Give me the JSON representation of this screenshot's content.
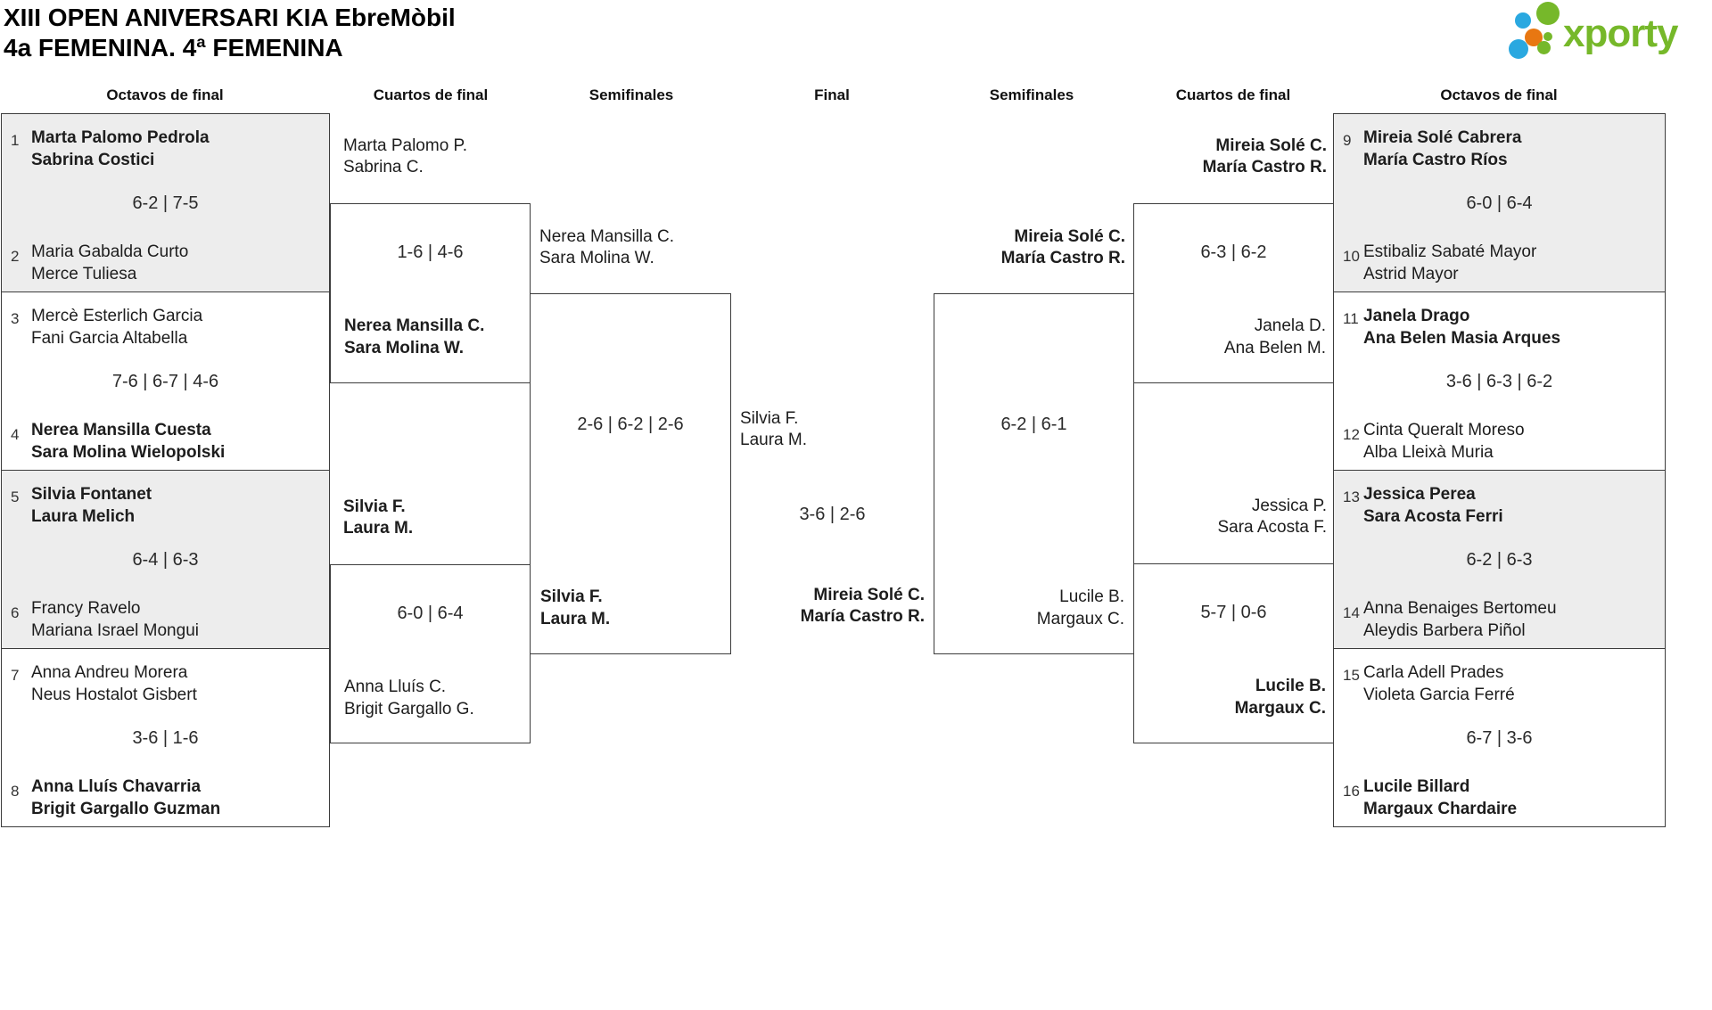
{
  "header": {
    "title_line1": "XIII OPEN ANIVERSARI KIA EbreMòbil",
    "title_line2": "4a FEMENINA. 4ª FEMENINA",
    "logo_text": "xporty"
  },
  "colors": {
    "brand_green": "#76b82a",
    "brand_blue": "#2aa8e0",
    "brand_orange": "#e87711",
    "box_gray": "#ededed",
    "line": "#3c3c3c"
  },
  "round_labels": [
    "Octavos de final",
    "Cuartos de final",
    "Semifinales",
    "Final",
    "Semifinales",
    "Cuartos de final",
    "Octavos de final"
  ],
  "octavos_left": [
    {
      "seed_top": "1",
      "team_top": "Marta Palomo Pedrola\nSabrina Costici",
      "top_winner": true,
      "score": "6-2 | 7-5",
      "seed_bottom": "2",
      "team_bottom": "Maria Gabalda Curto\nMerce Tuliesa",
      "bottom_winner": false
    },
    {
      "seed_top": "3",
      "team_top": "Mercè Esterlich Garcia\nFani Garcia Altabella",
      "top_winner": false,
      "score": "7-6 | 6-7 | 4-6",
      "seed_bottom": "4",
      "team_bottom": "Nerea Mansilla Cuesta\nSara Molina Wielopolski",
      "bottom_winner": true
    },
    {
      "seed_top": "5",
      "team_top": "Silvia Fontanet\nLaura Melich",
      "top_winner": true,
      "score": "6-4 | 6-3",
      "seed_bottom": "6",
      "team_bottom": "Francy Ravelo\nMariana Israel Mongui",
      "bottom_winner": false
    },
    {
      "seed_top": "7",
      "team_top": "Anna Andreu Morera\nNeus Hostalot Gisbert",
      "top_winner": false,
      "score": "3-6 | 1-6",
      "seed_bottom": "8",
      "team_bottom": "Anna Lluís Chavarria\nBrigit Gargallo Guzman",
      "bottom_winner": true
    }
  ],
  "octavos_right": [
    {
      "seed_top": "9",
      "team_top": "Mireia Solé Cabrera\nMaría Castro Ríos",
      "top_winner": true,
      "score": "6-0 | 6-4",
      "seed_bottom": "10",
      "team_bottom": "Estibaliz Sabaté Mayor\nAstrid Mayor",
      "bottom_winner": false
    },
    {
      "seed_top": "11",
      "team_top": "Janela Drago\nAna Belen Masia Arques",
      "top_winner": true,
      "score": "3-6 | 6-3 | 6-2",
      "seed_bottom": "12",
      "team_bottom": "Cinta Queralt Moreso\nAlba Lleixà Muria",
      "bottom_winner": false
    },
    {
      "seed_top": "13",
      "team_top": "Jessica Perea\nSara Acosta Ferri",
      "top_winner": true,
      "score": "6-2 | 6-3",
      "seed_bottom": "14",
      "team_bottom": "Anna Benaiges Bertomeu\nAleydis Barbera Piñol",
      "bottom_winner": false
    },
    {
      "seed_top": "15",
      "team_top": "Carla Adell Prades\nVioleta Garcia Ferré",
      "top_winner": false,
      "score": "6-7 | 3-6",
      "seed_bottom": "16",
      "team_bottom": "Lucile Billard\nMargaux Chardaire",
      "bottom_winner": true
    }
  ],
  "cuartos_left": [
    {
      "team_top": "Marta Palomo P.\nSabrina C.",
      "top_winner": false,
      "score": "1-6 | 4-6",
      "team_bottom": "Nerea Mansilla C.\nSara Molina W.",
      "bottom_winner": true
    },
    {
      "team_top": "Silvia F.\nLaura M.",
      "top_winner": true,
      "score": "6-0 | 6-4",
      "team_bottom": "Anna Lluís C.\nBrigit Gargallo G.",
      "bottom_winner": false
    }
  ],
  "cuartos_right": [
    {
      "team_top": "Mireia Solé C.\nMaría Castro R.",
      "top_winner": true,
      "score": "6-3 | 6-2",
      "team_bottom": "Janela D.\nAna Belen M.",
      "bottom_winner": false
    },
    {
      "team_top": "Jessica P.\nSara Acosta F.",
      "top_winner": false,
      "score": "5-7 | 0-6",
      "team_bottom": "Lucile B.\nMargaux C.",
      "bottom_winner": true
    }
  ],
  "semifinal_left": {
    "team_top": "Nerea Mansilla C.\nSara Molina W.",
    "top_winner": false,
    "score": "2-6 | 6-2 | 2-6",
    "team_bottom": "Silvia F.\nLaura M.",
    "bottom_winner": true
  },
  "semifinal_right": {
    "team_top": "Mireia Solé C.\nMaría Castro R.",
    "top_winner": true,
    "score": "6-2 | 6-1",
    "team_bottom": "Lucile B.\nMargaux C.",
    "bottom_winner": false
  },
  "final": {
    "team_top": "Silvia F.\nLaura M.",
    "top_winner": false,
    "score": "3-6 | 2-6",
    "team_bottom": "Mireia Solé C.\nMaría Castro R.",
    "bottom_winner": true
  }
}
